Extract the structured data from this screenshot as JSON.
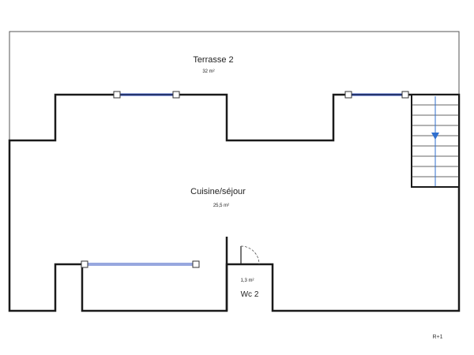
{
  "rooms": {
    "terrace": {
      "name": "Terrasse 2",
      "area": "32 m²"
    },
    "kitchen": {
      "name": "Cuisine/séjour",
      "area": "25,5 m²"
    },
    "wc": {
      "name": "Wc 2",
      "area": "1,3 m²"
    }
  },
  "floor_label": "R+1",
  "colors": {
    "wall": "#1a1a1a",
    "outline": "#555555",
    "window": "#2f4fbf",
    "stair_arrow": "#2f6fcf",
    "door_arc": "#555555"
  }
}
